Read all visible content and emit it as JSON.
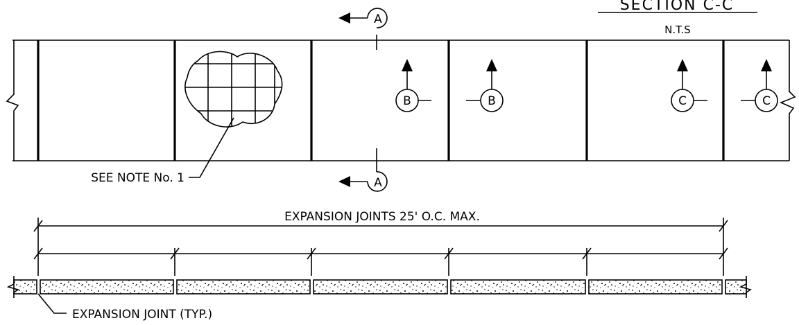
{
  "section_title": "SECTION C-C",
  "scale_note": "N.T.S",
  "section_markers": {
    "a_top": "A",
    "a_bottom": "A",
    "b_left": "B",
    "b_right": "B",
    "c_left": "C",
    "c_right": "C"
  },
  "callouts": {
    "note": "SEE NOTE No. 1",
    "joint_spacing": "EXPANSION JOINTS 25' O.C. MAX.",
    "joint_type": "EXPANSION JOINT (TYP.)"
  }
}
